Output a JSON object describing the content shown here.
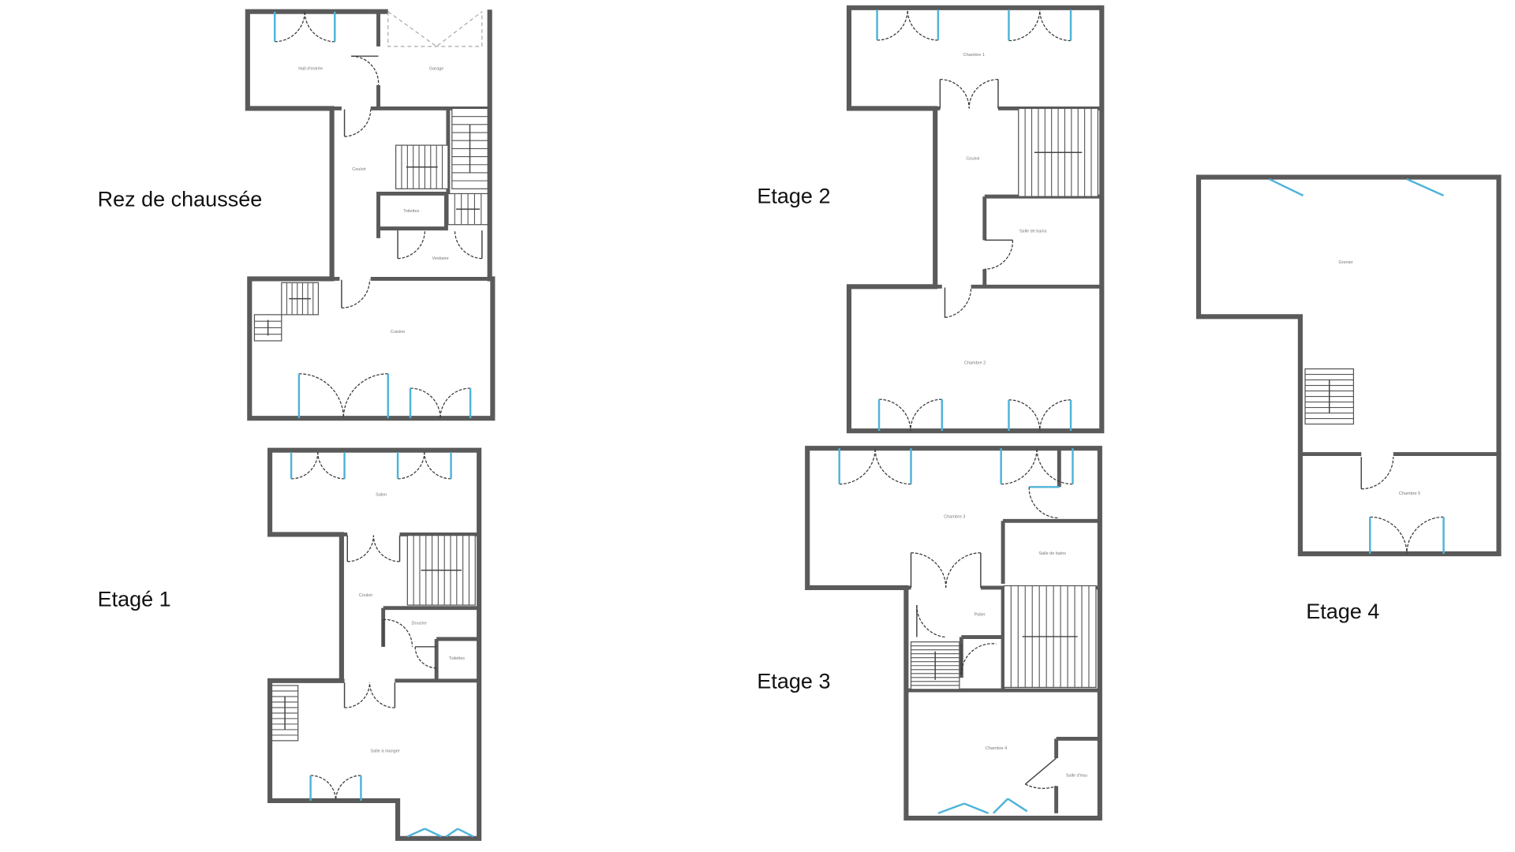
{
  "floors": [
    {
      "title": "Rez de chaussée",
      "rooms": [
        "Hall d'entrée",
        "Garage",
        "Couloir",
        "Toilettes",
        "Vestiaire",
        "Cuisine"
      ]
    },
    {
      "title": "Etagé 1",
      "rooms": [
        "Salon",
        "Couloir",
        "Douche",
        "Toilettes",
        "Salle à manger"
      ]
    },
    {
      "title": "Etage 2",
      "rooms": [
        "Chambre 1",
        "Couloir",
        "Salle de bains",
        "Chambre 2"
      ]
    },
    {
      "title": "Etage 3",
      "rooms": [
        "Chambre 3",
        "Salle de bains",
        "Palier",
        "Chambre 4",
        "Salle d'eau"
      ]
    },
    {
      "title": "Etage 4",
      "rooms": [
        "Grenier",
        "Chambre 5"
      ]
    }
  ],
  "colors": {
    "wall": "#5a5a5a",
    "window": "#4fb3d9"
  }
}
